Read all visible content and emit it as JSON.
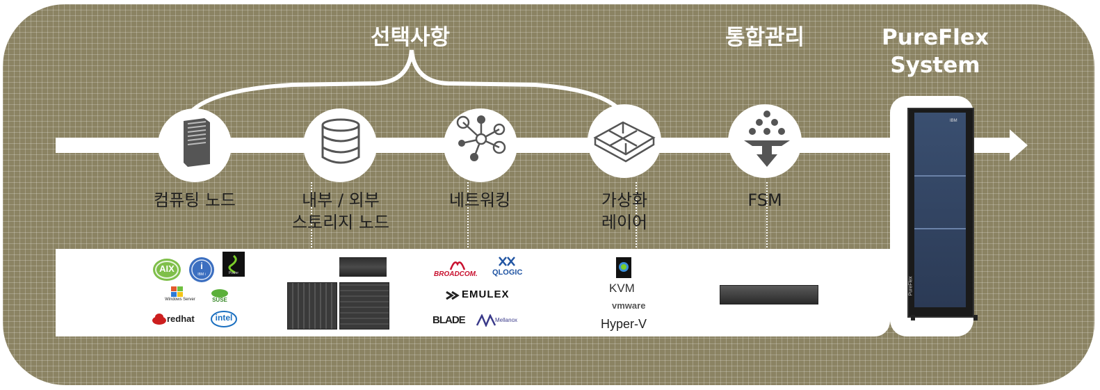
{
  "headings": {
    "options": "선택사항",
    "integrated_mgmt": "통합관리",
    "pureflex_line1": "PureFlex",
    "pureflex_line2": "System"
  },
  "stages": [
    {
      "label_line1": "컴퓨팅 노드",
      "label_line2": "",
      "icon": "server-tower-icon"
    },
    {
      "label_line1": "내부 / 외부",
      "label_line2": "스토리지 노드",
      "icon": "database-icon"
    },
    {
      "label_line1": "네트워킹",
      "label_line2": "",
      "icon": "network-nodes-icon"
    },
    {
      "label_line1": "가상화",
      "label_line2": "레이어",
      "icon": "virtualization-cube-icon"
    },
    {
      "label_line1": "FSM",
      "label_line2": "",
      "icon": "funnel-dots-icon"
    }
  ],
  "logos": {
    "compute": {
      "aix": "AIX",
      "ibm_i": "i",
      "ibm_i_sub": "IBM i",
      "power": "Power",
      "windows": "Windows Server",
      "suse": "SUSE",
      "redhat": "redhat",
      "intel": "intel"
    },
    "network": {
      "broadcom": "BROADCOM.",
      "qlogic": "QLOGIC",
      "emulex": "EMULEX",
      "blade": "BLADE",
      "mellanox": "Mellanox"
    },
    "virtualization": {
      "kvm": "KVM",
      "vmware": "vmware",
      "hyperv": "Hyper-V"
    },
    "rack": {
      "brand": "IBM",
      "side_text": "PureFlex"
    }
  },
  "colors": {
    "panel": "#8b8363",
    "arrow": "#ffffff",
    "icon": "#555555"
  }
}
